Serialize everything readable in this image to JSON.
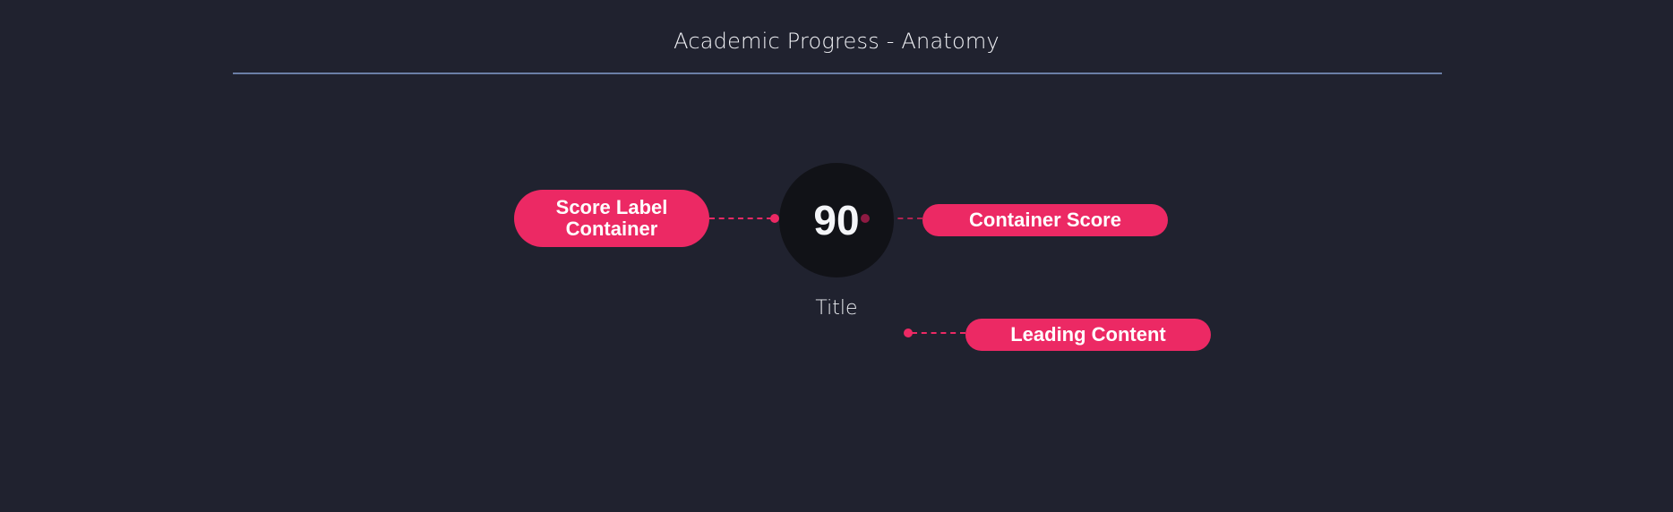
{
  "header": {
    "title": "Academic Progress - Anatomy"
  },
  "score": {
    "value": "90",
    "title": "Title"
  },
  "annotations": {
    "left": {
      "line1": "Score Label",
      "line2": "Container"
    },
    "right": {
      "label": "Container Score"
    },
    "bottom": {
      "label": "Leading Content"
    }
  },
  "colors": {
    "background": "#20222f",
    "divider": "#6b7fa6",
    "circle": "#111217",
    "accent": "#ec2964",
    "text": "#f2f3f7"
  }
}
